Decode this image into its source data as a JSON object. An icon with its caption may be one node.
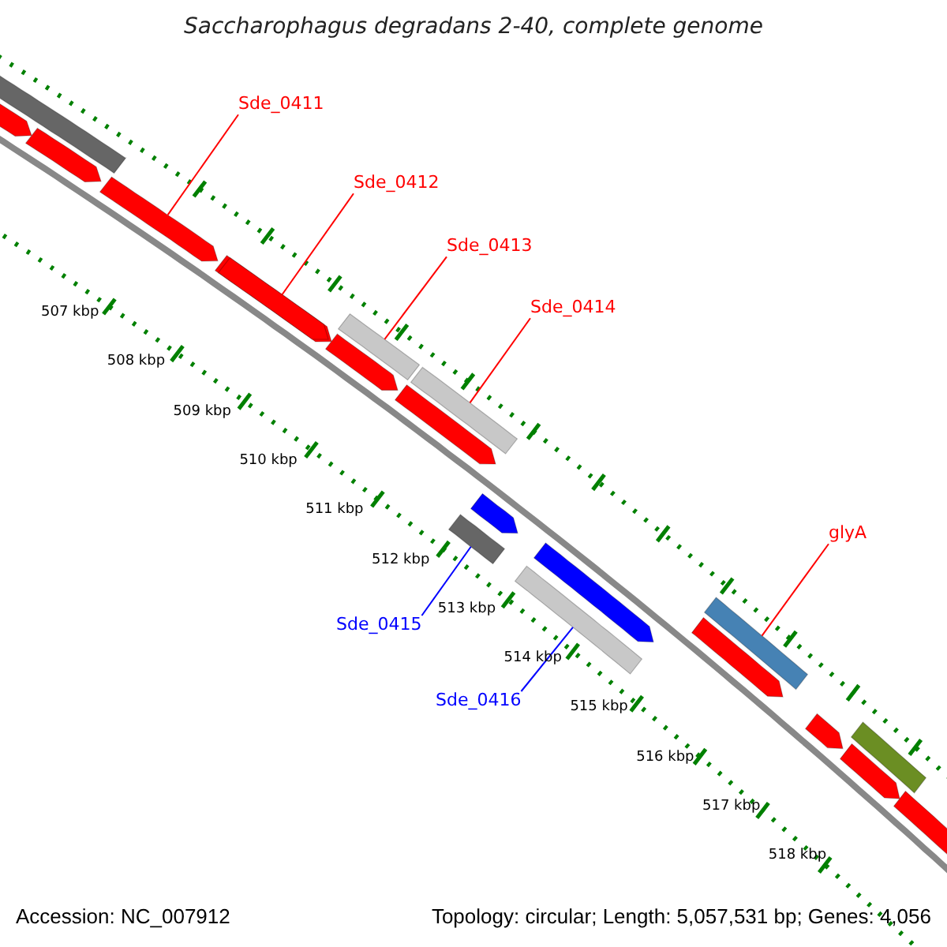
{
  "diagram": {
    "title": "Saccharophagus degradans 2-40, complete genome",
    "nodes": [
      {
        "text": [
          "Sde_0411"
        ]
      },
      {
        "text": [],
        "shape": "arrow"
      },
      {
        "text": [
          "Sde_0412"
        ]
      },
      {
        "text": [],
        "shape": "arrow"
      },
      {
        "text": [
          "Sde_0413"
        ]
      },
      {
        "text": [],
        "shape": "bar"
      },
      {
        "text": [
          "Sde_0414"
        ]
      },
      {
        "text": [],
        "shape": "bar"
      },
      {
        "text": [
          "glyA"
        ]
      },
      {
        "text": [],
        "shape": "bar"
      },
      {
        "text": [
          "Sde_0415"
        ]
      },
      {
        "text": [],
        "shape": "bar"
      },
      {
        "text": [
          "Sde_0416"
        ]
      },
      {
        "text": [],
        "shape": "bar"
      }
    ],
    "edges": [
      {
        "from": 0,
        "to": 1,
        "arrow": "none"
      },
      {
        "from": 2,
        "to": 3,
        "arrow": "none"
      },
      {
        "from": 4,
        "to": 5,
        "arrow": "none"
      },
      {
        "from": 6,
        "to": 7,
        "arrow": "none"
      },
      {
        "from": 8,
        "to": 9,
        "arrow": "none"
      },
      {
        "from": 10,
        "to": 11,
        "arrow": "none",
        "color": "#0000ff"
      },
      {
        "from": 12,
        "to": 13,
        "arrow": "none",
        "color": "#0000ff"
      }
    ],
    "labels": [
      "507 kbp",
      "508 kbp",
      "509 kbp",
      "510 kbp",
      "511 kbp",
      "512 kbp",
      "513 kbp",
      "514 kbp",
      "515 kbp",
      "516 kbp",
      "517 kbp",
      "518 kbp",
      "Accession: NC_007912",
      "Topology: circular; Length: 5,057,531 bp; Genes: 4,056"
    ]
  }
}
